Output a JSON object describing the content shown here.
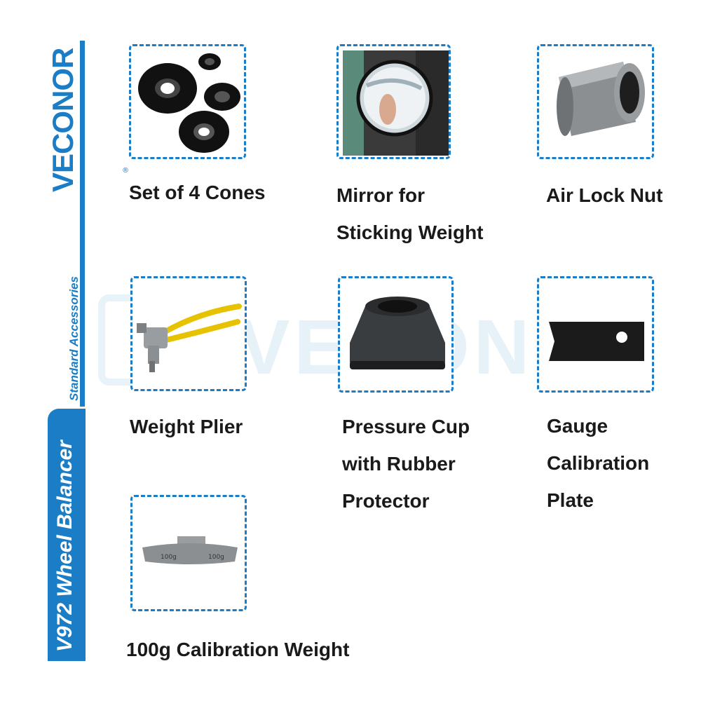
{
  "brand": {
    "logo": "VECONOR",
    "registered": "®",
    "subtitle": "Standard Accessories",
    "product": "V972 Wheel Balancer",
    "watermark": "VECONOR"
  },
  "colors": {
    "brand_blue": "#1a7dc6",
    "text": "#1a1a1a"
  },
  "items": [
    {
      "lines": [
        "Set of 4 Cones"
      ],
      "icon": "cones-icon"
    },
    {
      "lines": [
        "Mirror for",
        "Sticking Weight"
      ],
      "icon": "mirror-icon"
    },
    {
      "lines": [
        "Air Lock Nut"
      ],
      "icon": "lock-nut-icon"
    },
    {
      "lines": [
        "Weight Plier"
      ],
      "icon": "plier-icon"
    },
    {
      "lines": [
        "Pressure Cup",
        "with Rubber",
        "Protector"
      ],
      "icon": "pressure-cup-icon"
    },
    {
      "lines": [
        "Gauge",
        "Calibration",
        "Plate"
      ],
      "icon": "gauge-plate-icon"
    },
    {
      "lines": [
        "100g Calibration Weight"
      ],
      "icon": "calibration-weight-icon",
      "weight_marks": [
        "100g",
        "100g"
      ]
    }
  ]
}
